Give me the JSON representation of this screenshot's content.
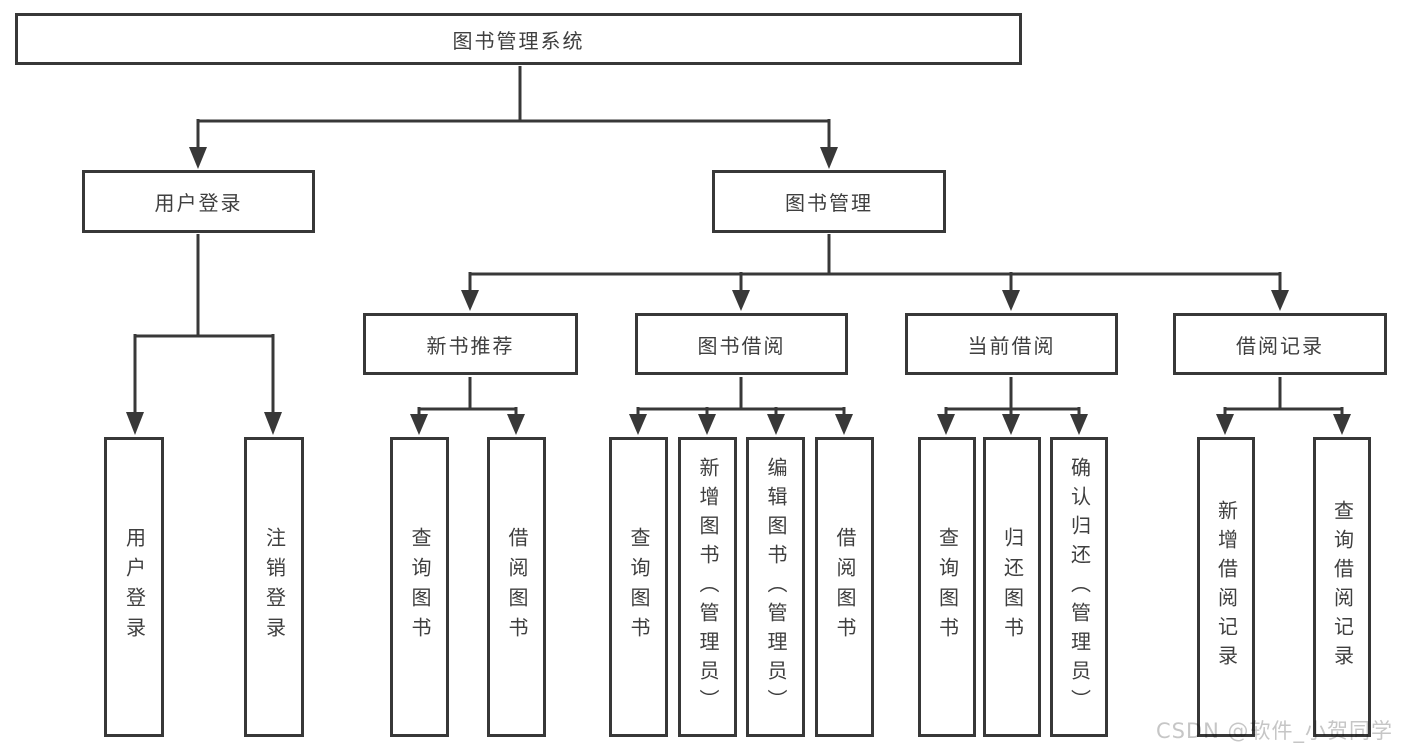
{
  "colors": {
    "line": "#383838",
    "box_border": "#383838",
    "box_background": "#ffffff",
    "text": "#3f3f3f",
    "watermark": "#c6c6c6",
    "page_background": "#ffffff"
  },
  "watermark": {
    "text": "CSDN @软件_小贺同学"
  },
  "tree": {
    "label": "图书管理系统",
    "children": [
      {
        "label": "用户登录",
        "children": [
          {
            "label": "用户登录"
          },
          {
            "label": "注销登录"
          }
        ]
      },
      {
        "label": "图书管理",
        "children": [
          {
            "label": "新书推荐",
            "children": [
              {
                "label": "查询图书"
              },
              {
                "label": "借阅图书"
              }
            ]
          },
          {
            "label": "图书借阅",
            "children": [
              {
                "label": "查询图书"
              },
              {
                "label": "新增图书（管理员）"
              },
              {
                "label": "编辑图书（管理员）"
              },
              {
                "label": "借阅图书"
              }
            ]
          },
          {
            "label": "当前借阅",
            "children": [
              {
                "label": "查询图书"
              },
              {
                "label": "归还图书"
              },
              {
                "label": "确认归还（管理员）"
              }
            ]
          },
          {
            "label": "借阅记录",
            "children": [
              {
                "label": "新增借阅记录"
              },
              {
                "label": "查询借阅记录"
              }
            ]
          }
        ]
      }
    ]
  }
}
